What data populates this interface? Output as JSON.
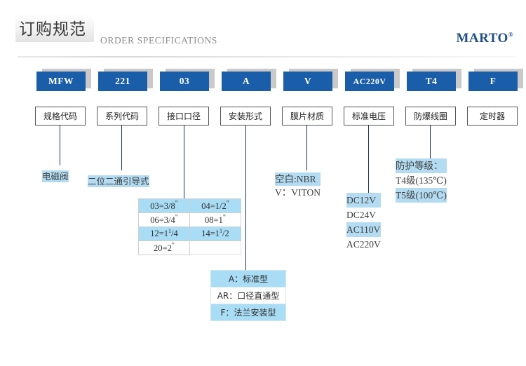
{
  "header": {
    "title_cn": "订购规范",
    "title_en": "ORDER SPECIFICATIONS",
    "brand": "MARTO",
    "brand_mark": "®"
  },
  "colors": {
    "code_blue": "#1a5da8",
    "highlight_blue": "#a9dcf5",
    "line_navy": "#14365e",
    "brand_navy": "#1f4f86"
  },
  "columns": [
    {
      "code": "MFW",
      "label": "规格代码"
    },
    {
      "code": "221",
      "label": "系列代码"
    },
    {
      "code": "03",
      "label": "接口口径"
    },
    {
      "code": "A",
      "label": "安装形式"
    },
    {
      "code": "V",
      "label": "膜片材质"
    },
    {
      "code": "AC220V",
      "label": "标准电压"
    },
    {
      "code": "T4",
      "label": "防爆线圈"
    },
    {
      "code": "F",
      "label": "定时器"
    }
  ],
  "spec_code_values": [
    {
      "text": "电磁阀",
      "highlight": true
    }
  ],
  "series_code_values": [
    {
      "text": "二位二通引导式",
      "highlight": true
    }
  ],
  "port_size_table": {
    "rows": [
      [
        "03=3/8\"",
        "04=1/2\""
      ],
      [
        "06=3/4\"",
        "08=1\""
      ],
      [
        "12=1 1/4",
        "14=1 1/2"
      ],
      [
        "20=2\"",
        ""
      ]
    ],
    "cells": [
      [
        {
          "num": "03",
          "val": "3/8",
          "sup": "\""
        },
        {
          "num": "04",
          "val": "1/2",
          "sup": "\""
        }
      ],
      [
        {
          "num": "06",
          "val": "3/4",
          "sup": "\""
        },
        {
          "num": "08",
          "val": "1",
          "sup": "\""
        }
      ],
      [
        {
          "num": "12",
          "val": "1",
          "frac": "1",
          "den": "/4"
        },
        {
          "num": "14",
          "val": "1",
          "frac": "1",
          "den": "/2"
        }
      ],
      [
        {
          "num": "20",
          "val": "2",
          "sup": "\""
        },
        null
      ]
    ]
  },
  "mount_type_table": {
    "rows": [
      "A：标准型",
      "AR：口径直通型",
      "F：法兰安装型"
    ]
  },
  "diaphragm_values": [
    {
      "text": "空白:NBR",
      "highlight": true
    },
    {
      "text": "V：VITON",
      "highlight": false
    }
  ],
  "voltage_values": [
    {
      "text": "DC12V",
      "highlight": true
    },
    {
      "text": "DC24V",
      "highlight": false
    },
    {
      "text": "AC110V",
      "highlight": true
    },
    {
      "text": "AC220V",
      "highlight": false
    }
  ],
  "coil_values": [
    {
      "text": "防护等级：",
      "highlight": true
    },
    {
      "text": "T4级(135℃)",
      "highlight": false
    },
    {
      "text": "T5级(100℃)",
      "highlight": true
    }
  ]
}
